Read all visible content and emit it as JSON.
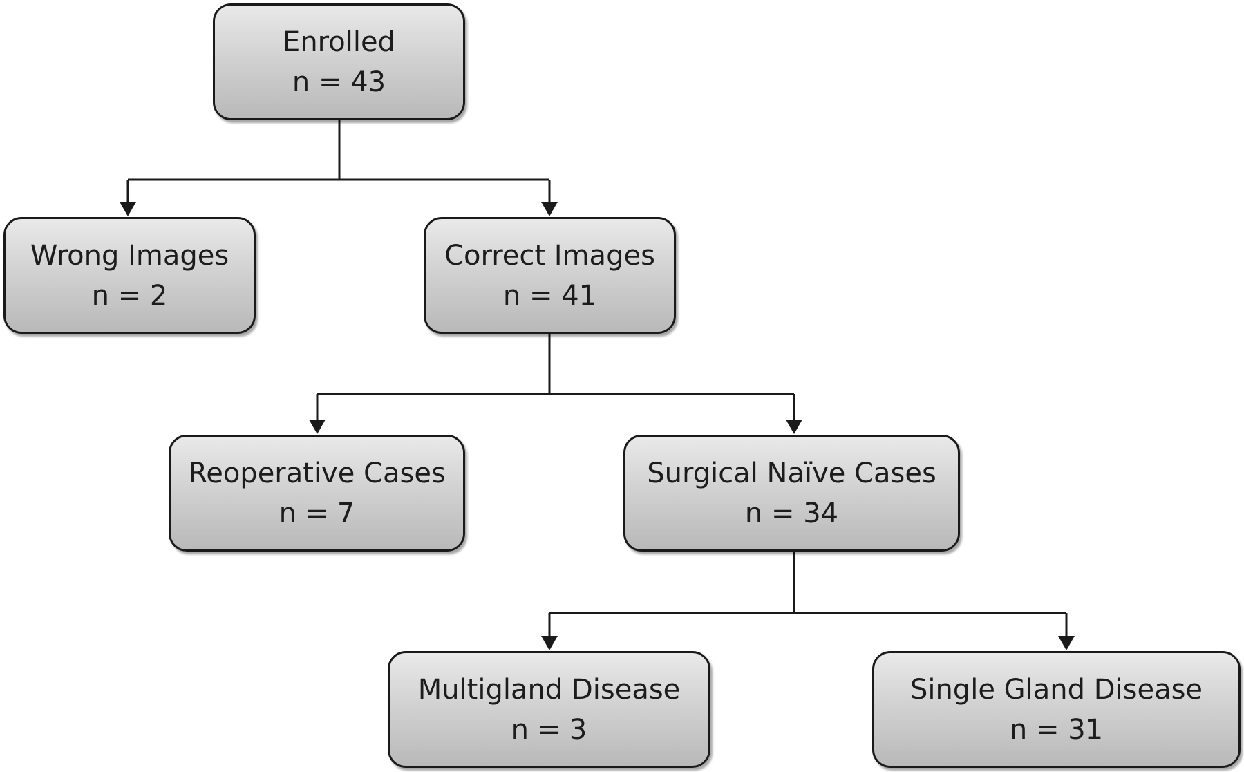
{
  "nodes": {
    "enrolled": {
      "label": "Enrolled",
      "count": "n = 43"
    },
    "wrong_images": {
      "label": "Wrong Images",
      "count": "n = 2"
    },
    "correct_images": {
      "label": "Correct Images",
      "count": "n = 41"
    },
    "reoperative_cases": {
      "label": "Reoperative Cases",
      "count": "n = 7"
    },
    "surgical_naive_cases": {
      "label": "Surgical Naïve Cases",
      "count": "n = 34"
    },
    "multigland_disease": {
      "label": "Multigland Disease",
      "count": "n = 3"
    },
    "single_gland_disease": {
      "label": "Single Gland Disease",
      "count": "n = 31"
    }
  },
  "edges": [
    {
      "from": "enrolled",
      "to": "wrong_images"
    },
    {
      "from": "enrolled",
      "to": "correct_images"
    },
    {
      "from": "correct_images",
      "to": "reoperative_cases"
    },
    {
      "from": "correct_images",
      "to": "surgical_naive_cases"
    },
    {
      "from": "surgical_naive_cases",
      "to": "multigland_disease"
    },
    {
      "from": "surgical_naive_cases",
      "to": "single_gland_disease"
    }
  ],
  "colors": {
    "node_fill_top": "#e9e9e9",
    "node_fill_bottom": "#b9b9b9",
    "stroke": "#1a1a1a"
  }
}
